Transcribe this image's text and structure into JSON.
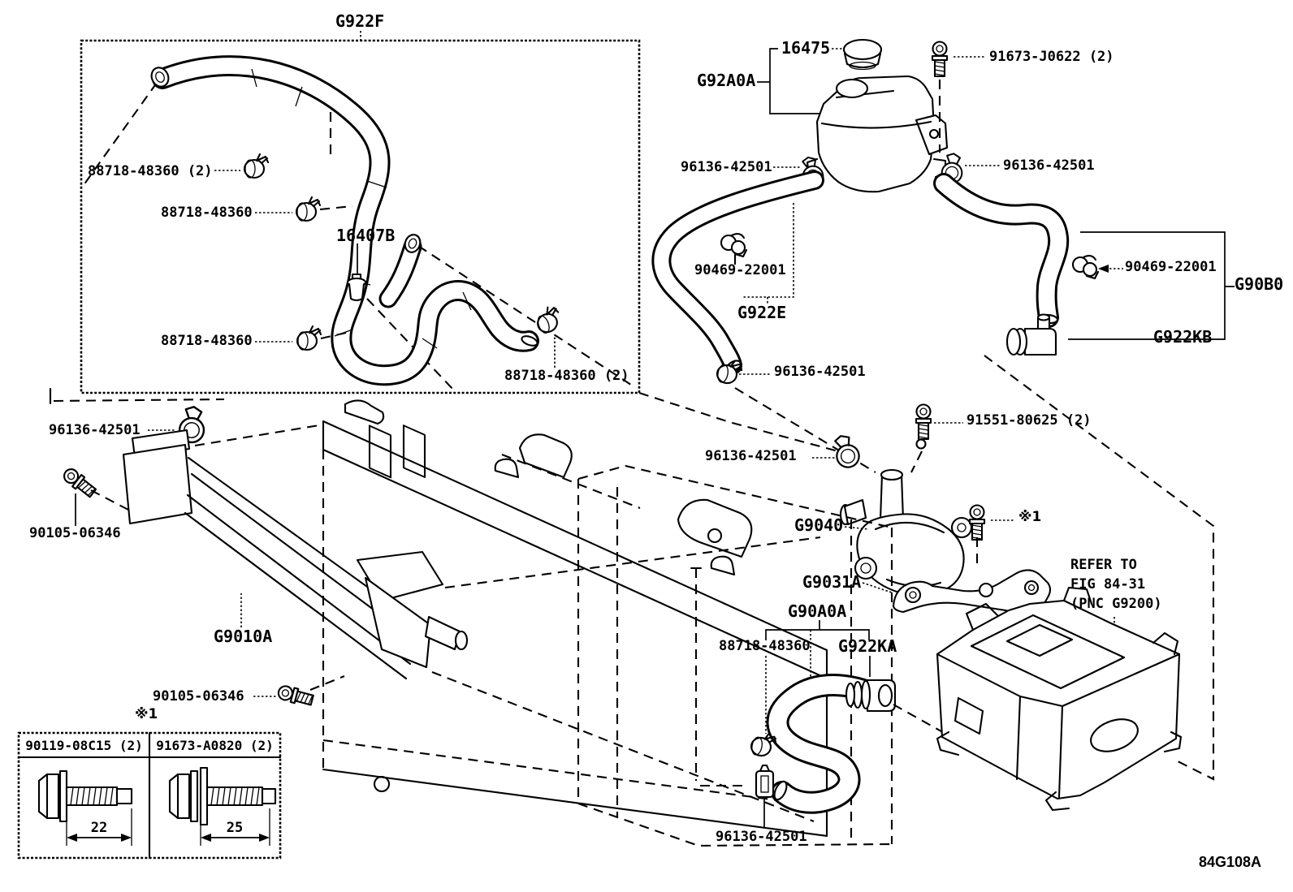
{
  "diagram": {
    "figure_code": "84G108A",
    "ink_color": "#000000",
    "background_color": "#ffffff",
    "reference_note": {
      "line1": "REFER TO",
      "line2": "FIG 84-31",
      "line3": "(PNC G9200)"
    }
  },
  "part_labels": {
    "g922f": "G922F",
    "p88718_2_a": "88718-48360 (2)",
    "p88718_a": "88718-48360",
    "p16407b": "16407B",
    "p88718_b": "88718-48360",
    "p88718_2_b": "88718-48360 (2)",
    "p16475": "16475",
    "p91673_j0622": "91673-J0622 (2)",
    "g92a0a": "G92A0A",
    "p96136_res_left": "96136-42501",
    "p96136_res_right": "96136-42501",
    "p90469_left": "90469-22001",
    "g922e": "G922E",
    "p96136_mid": "96136-42501",
    "p90469_right": "90469-22001",
    "g90b0": "G90B0",
    "g922kb": "G922KB",
    "p91551": "91551-80625 (2)",
    "p96136_pump": "96136-42501",
    "g9040": "G9040",
    "ref_mark_pump": "※1",
    "g9031a": "G9031A",
    "g90a0a": "G90A0A",
    "p88718_c": "88718-48360",
    "g922ka": "G922KA",
    "p96136_bottom": "96136-42501",
    "p96136_rad": "96136-42501",
    "p90105_a": "90105-06346",
    "g9010a": "G9010A",
    "p90105_b": "90105-06346"
  },
  "bolt_table": {
    "reference_mark": "※1",
    "columns": [
      {
        "part_number": "90119-08C15 (2)",
        "length_mm": "22"
      },
      {
        "part_number": "91673-A0820 (2)",
        "length_mm": "25"
      }
    ]
  }
}
